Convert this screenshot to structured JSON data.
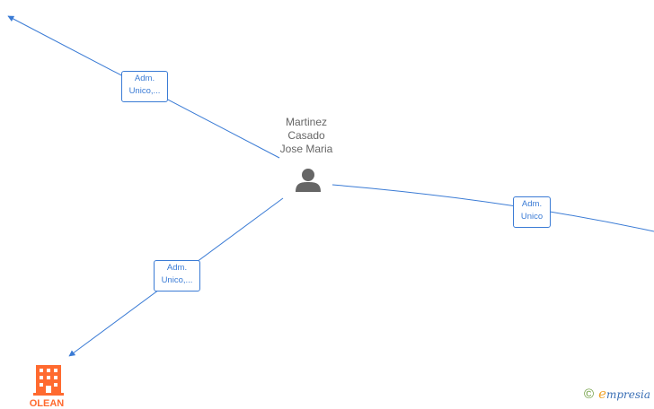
{
  "person": {
    "name_lines": [
      "Martinez",
      "Casado",
      "Jose Maria"
    ]
  },
  "edges": [
    {
      "label_lines": [
        "Adm.",
        "Unico,..."
      ]
    },
    {
      "label_lines": [
        "Adm.",
        "Unico"
      ]
    },
    {
      "label_lines": [
        "Adm.",
        "Unico,..."
      ]
    }
  ],
  "company": {
    "label": "OLEAN"
  },
  "footer": {
    "copyright": "©",
    "brand_first": "e",
    "brand_rest": "mpresia"
  },
  "colors": {
    "edge": "#3a7bd5",
    "person_icon": "#666666",
    "company_icon": "#ff6a2f"
  }
}
